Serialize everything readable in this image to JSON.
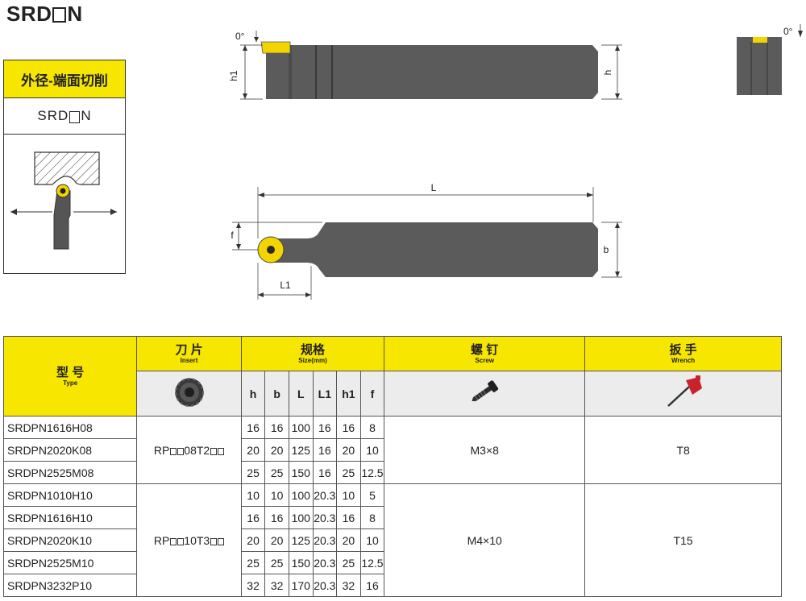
{
  "title": {
    "prefix": "SRD",
    "suffix": "N"
  },
  "side_panel": {
    "category": "外径-端面切削",
    "model": {
      "prefix": "SRD",
      "suffix": "N"
    }
  },
  "drawing": {
    "angle_top": "0°",
    "angle_end": "0°",
    "dim_h1": "h1",
    "dim_h": "h",
    "dim_L": "L",
    "dim_f": "f",
    "dim_b": "b",
    "dim_L1": "L1"
  },
  "table": {
    "headers": {
      "type_cn": "型 号",
      "type_en": "Type",
      "insert_cn": "刀 片",
      "insert_en": "Insert",
      "size_cn": "规格",
      "size_en": "Size(mm)",
      "screw_cn": "螺 钉",
      "screw_en": "Screw",
      "wrench_cn": "扳 手",
      "wrench_en": "Wrench"
    },
    "columns": [
      "h",
      "b",
      "L",
      "L1",
      "h1",
      "f"
    ],
    "rows": [
      {
        "type": "SRDPN1616H08",
        "h": "16",
        "b": "16",
        "L": "100",
        "L1": "16",
        "h1": "16",
        "f": "8"
      },
      {
        "type": "SRDPN2020K08",
        "h": "20",
        "b": "20",
        "L": "125",
        "L1": "16",
        "h1": "20",
        "f": "10"
      },
      {
        "type": "SRDPN2525M08",
        "h": "25",
        "b": "25",
        "L": "150",
        "L1": "16",
        "h1": "25",
        "f": "12.5"
      },
      {
        "type": "SRDPN1010H10",
        "h": "10",
        "b": "10",
        "L": "100",
        "L1": "20.3",
        "h1": "10",
        "f": "5"
      },
      {
        "type": "SRDPN1616H10",
        "h": "16",
        "b": "16",
        "L": "100",
        "L1": "20.3",
        "h1": "16",
        "f": "8"
      },
      {
        "type": "SRDPN2020K10",
        "h": "20",
        "b": "20",
        "L": "125",
        "L1": "20.3",
        "h1": "20",
        "f": "10"
      },
      {
        "type": "SRDPN2525M10",
        "h": "25",
        "b": "25",
        "L": "150",
        "L1": "20.3",
        "h1": "25",
        "f": "12.5"
      },
      {
        "type": "SRDPN3232P10",
        "h": "32",
        "b": "32",
        "L": "170",
        "L1": "20.3",
        "h1": "32",
        "f": "16"
      }
    ],
    "groups": [
      {
        "insert": {
          "prefix": "RP",
          "suffix": "08T2"
        },
        "screw": "M3×8",
        "wrench": "T8"
      },
      {
        "insert": {
          "prefix": "RP",
          "suffix": "10T3"
        },
        "screw": "M4×10",
        "wrench": "T15"
      }
    ]
  },
  "colors": {
    "yellow": "#f7e600",
    "tool_gray": "#5b5b5b",
    "insert_gold": "#f2d400"
  }
}
